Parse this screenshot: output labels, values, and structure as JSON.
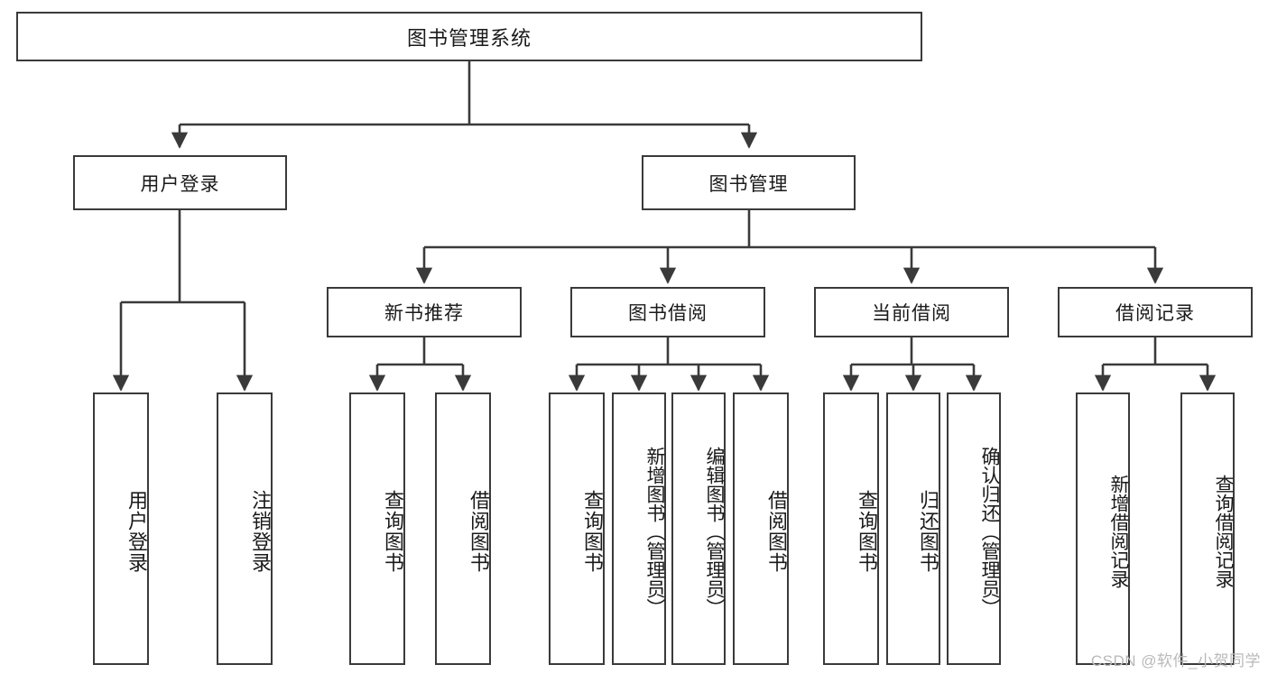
{
  "diagram": {
    "type": "tree",
    "title": "图书管理系统",
    "root": {
      "label": "图书管理系统"
    },
    "level1": [
      {
        "label": "用户登录"
      },
      {
        "label": "图书管理"
      }
    ],
    "level2": [
      {
        "label": "新书推荐"
      },
      {
        "label": "图书借阅"
      },
      {
        "label": "当前借阅"
      },
      {
        "label": "借阅记录"
      }
    ],
    "leaves_user_login": [
      {
        "label": "用户登录"
      },
      {
        "label": "注销登录"
      }
    ],
    "leaves_new_book": [
      {
        "label": "查询图书"
      },
      {
        "label": "借阅图书"
      }
    ],
    "leaves_borrow": [
      {
        "label": "查询图书"
      },
      {
        "label": "新增图书（管理员）"
      },
      {
        "label": "编辑图书（管理员）"
      },
      {
        "label": "借阅图书"
      }
    ],
    "leaves_current": [
      {
        "label": "查询图书"
      },
      {
        "label": "归还图书"
      },
      {
        "label": "确认归还（管理员）"
      }
    ],
    "leaves_record": [
      {
        "label": "新增借阅记录"
      },
      {
        "label": "查询借阅记录"
      }
    ]
  },
  "watermark": {
    "text": "CSDN @软件_小贺同学"
  },
  "colors": {
    "stroke": "#3a3a3a",
    "text": "#1a1a1a",
    "background": "#ffffff",
    "watermark": "#b9b9b9"
  }
}
